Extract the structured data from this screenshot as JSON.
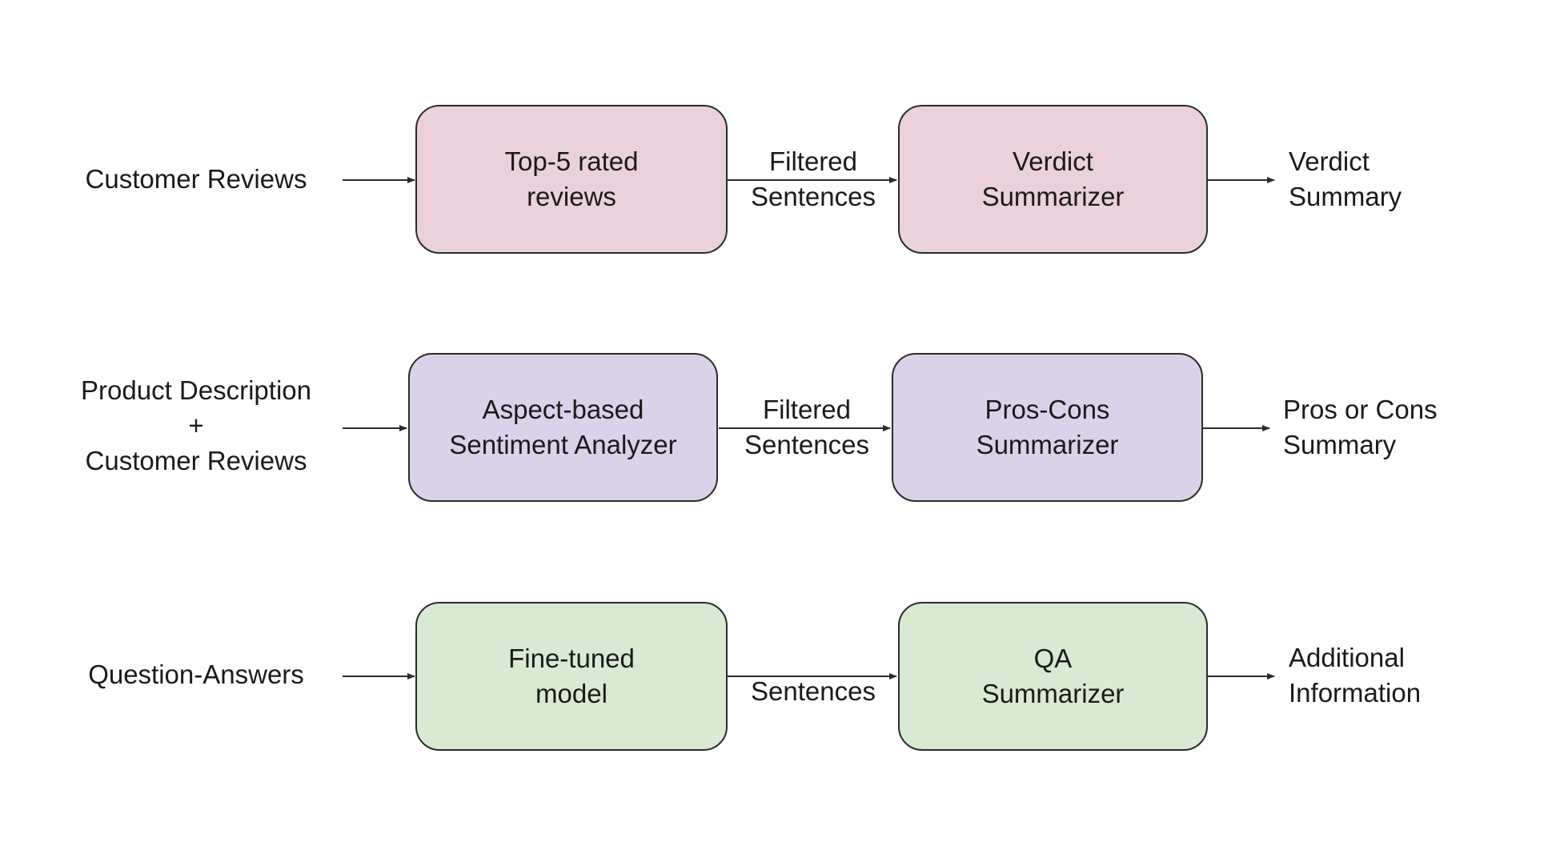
{
  "colors": {
    "row1_fill": "#ead1dc",
    "row2_fill": "#d9d2e9",
    "row3_fill": "#d9ead3",
    "border": "#2b2b2b",
    "arrow": "#2b2b2b"
  },
  "row1": {
    "input": "Customer Reviews",
    "box1": [
      "Top-5 rated",
      "reviews"
    ],
    "mid": [
      "Filtered",
      "Sentences"
    ],
    "box2": [
      "Verdict",
      "Summarizer"
    ],
    "output": [
      "Verdict",
      "Summary"
    ]
  },
  "row2": {
    "input": [
      "Product Description",
      "+",
      "Customer Reviews"
    ],
    "box1": [
      "Aspect-based",
      "Sentiment Analyzer"
    ],
    "mid": [
      "Filtered",
      "Sentences"
    ],
    "box2": [
      "Pros-Cons",
      "Summarizer"
    ],
    "output": [
      "Pros or Cons",
      "Summary"
    ]
  },
  "row3": {
    "input": "Question-Answers",
    "box1": [
      "Fine-tuned",
      "model"
    ],
    "mid": [
      "Sentences"
    ],
    "box2": [
      "QA",
      "Summarizer"
    ],
    "output": [
      "Additional",
      "Information"
    ]
  }
}
